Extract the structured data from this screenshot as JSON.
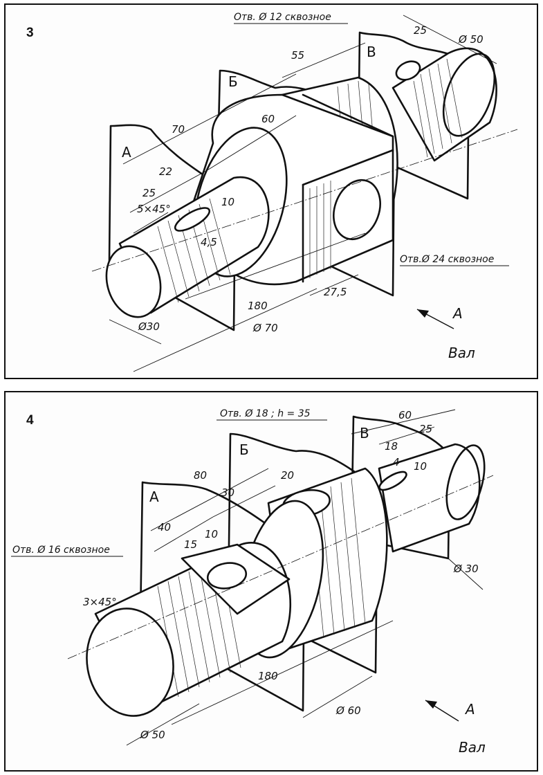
{
  "panel3": {
    "number": "3",
    "title": "Вал",
    "view_label": "А",
    "planes": [
      "А",
      "Б",
      "В"
    ],
    "notes": {
      "hole_top": "Отв. Ø 12 сквозное",
      "hole_side": "Отв.Ø 24 сквозное"
    },
    "dims": {
      "d55": "55",
      "d25_top": "25",
      "d50": "Ø 50",
      "d70": "70",
      "d60": "60",
      "d22": "22",
      "d25_left": "25",
      "chamfer": "5×45°",
      "d10": "10",
      "d4_5": "4,5",
      "d180": "180",
      "d27_5": "27,5",
      "d30": "Ø30",
      "d70_dia": "Ø 70"
    }
  },
  "panel4": {
    "number": "4",
    "title": "Вал",
    "view_label": "А",
    "planes": [
      "А",
      "Б",
      "В"
    ],
    "notes": {
      "hole_top": "Отв. Ø 18 ; h = 35",
      "hole_left": "Отв. Ø 16 сквозное"
    },
    "dims": {
      "d60_top": "60",
      "d25": "25",
      "d18": "18",
      "d4": "4",
      "d10_r": "10",
      "d80": "80",
      "d30_top": "30",
      "d20": "20",
      "d40": "40",
      "d15": "15",
      "d10_l": "10",
      "chamfer": "3×45°",
      "d180": "180",
      "d60_dia": "Ø 60",
      "d50_dia": "Ø 50",
      "d30_dia": "Ø 30"
    }
  }
}
